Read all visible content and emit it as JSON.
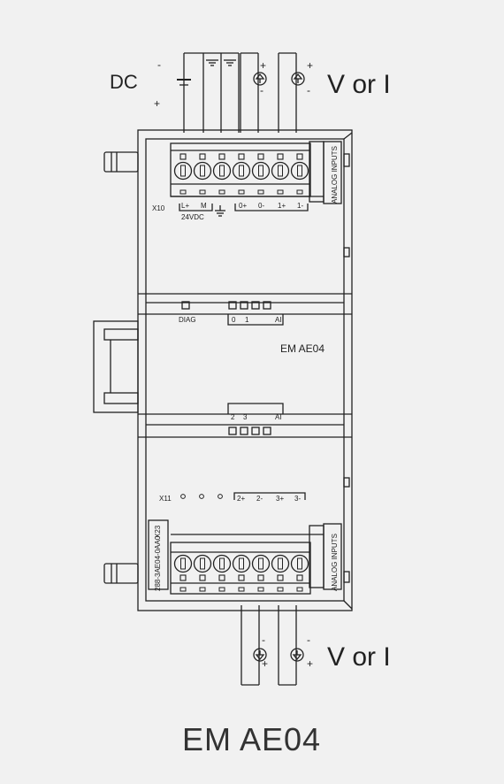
{
  "top_supply": {
    "label": "DC",
    "minus": "-",
    "plus": "+"
  },
  "top_signal": {
    "label": "V or I",
    "plus": "+",
    "minus": "-"
  },
  "bottom_signal": {
    "label": "V or I",
    "plus": "+",
    "minus": "-"
  },
  "connector_top": {
    "id": "X10",
    "side_label": "ANALOG  INPUTS",
    "power_labels": [
      "L+",
      "M"
    ],
    "power_note": "24VDC",
    "channel_labels": [
      "0+",
      "0-",
      "1+",
      "1-"
    ]
  },
  "status": {
    "diag": "DIAG",
    "upper_channels": [
      "0",
      "1"
    ],
    "upper_ai": "AI",
    "lower_channels": [
      "2",
      "3"
    ],
    "lower_ai": "AI"
  },
  "module_label": "EM AE04",
  "connector_bottom": {
    "id": "X11",
    "side_label": "ANALOG  INPUTS",
    "order_no": "288-3AE04-0AA0",
    "order_id": "X23",
    "channel_labels": [
      "2+",
      "2-",
      "3+",
      "3-"
    ]
  },
  "caption": "EM AE04"
}
